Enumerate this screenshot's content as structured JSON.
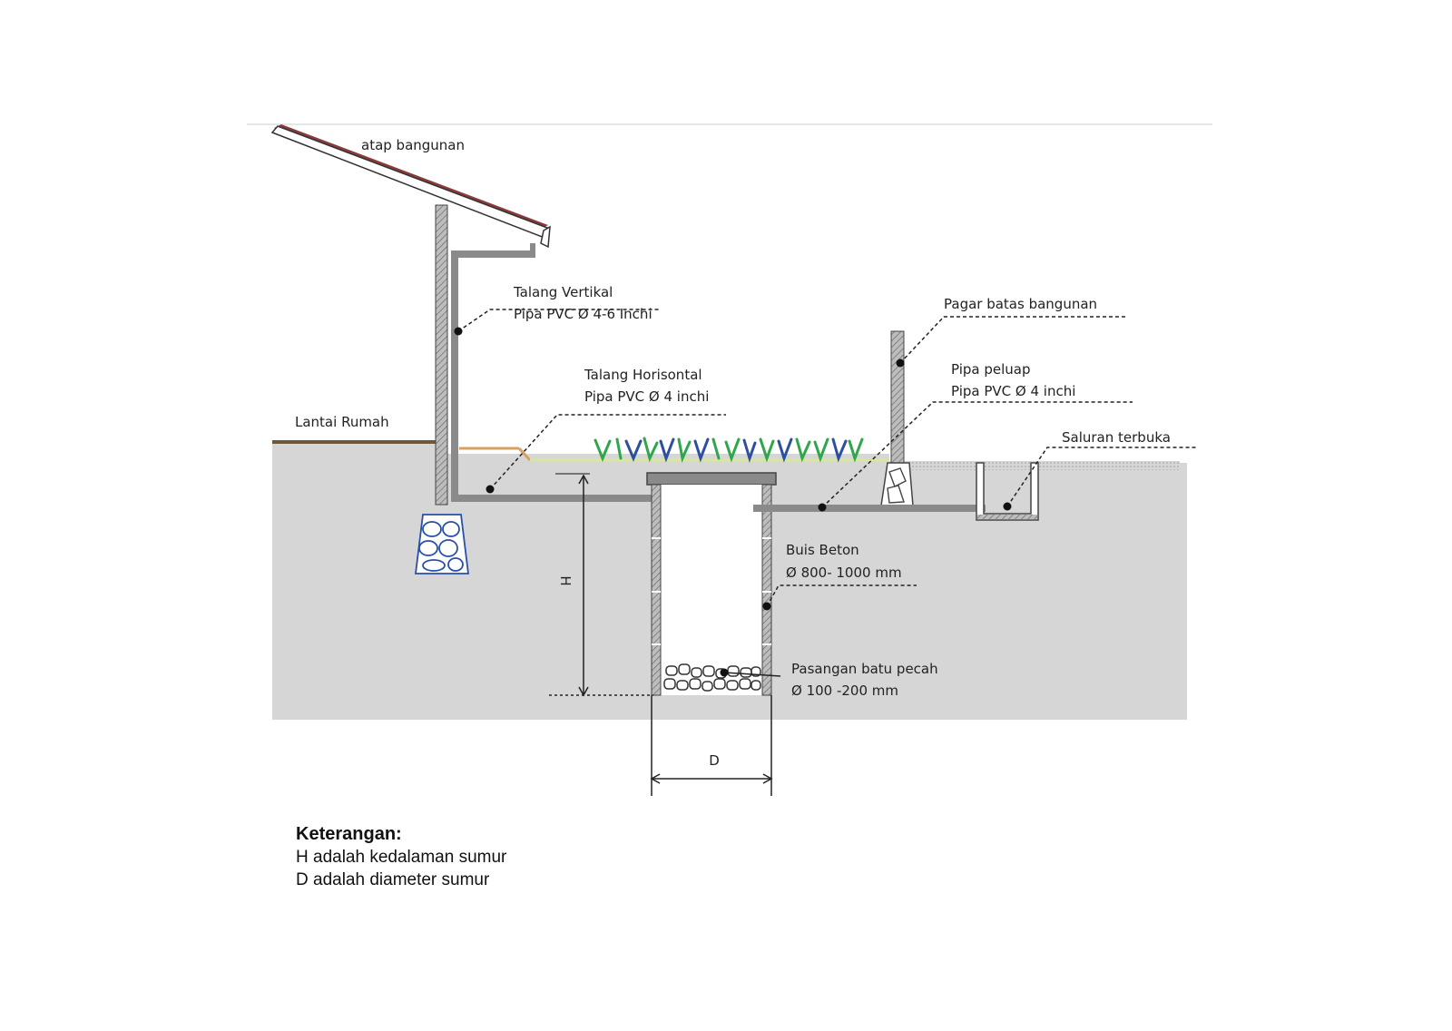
{
  "labels": {
    "roof": "atap bangunan",
    "vertical_gutter_1": "Talang Vertikal",
    "vertical_gutter_2": "Pipa PVC  Ø 4-6 Inchi",
    "house_floor": "Lantai Rumah",
    "horizontal_gutter_1": "Talang  Horisontal",
    "horizontal_gutter_2": "Pipa PVC  Ø 4 inchi",
    "fence": "Pagar batas bangunan",
    "overflow_pipe_1": "Pipa  peluap",
    "overflow_pipe_2": "Pipa PVC  Ø 4 inchi",
    "open_channel": "Saluran terbuka",
    "concrete_ring_1": "Buis Beton",
    "concrete_ring_2": "Ø 800- 1000 mm",
    "gravel_1": "Pasangan batu pecah",
    "gravel_2": "Ø 100 -200 mm",
    "height_dim": "H",
    "diameter_dim": "D"
  },
  "legend": {
    "title": "Keterangan:",
    "line_1": "H adalah kedalaman sumur",
    "line_2": "D adalah diameter sumur"
  },
  "colors": {
    "ground": "#d6d6d6",
    "pipe": "#8a8a8a",
    "roof": "#8b3a3a",
    "grass_green": "#2fa64a",
    "grass_blue": "#2c4fa0",
    "stone_blue": "#2a4fa8",
    "floor_orange": "#d8a060"
  }
}
